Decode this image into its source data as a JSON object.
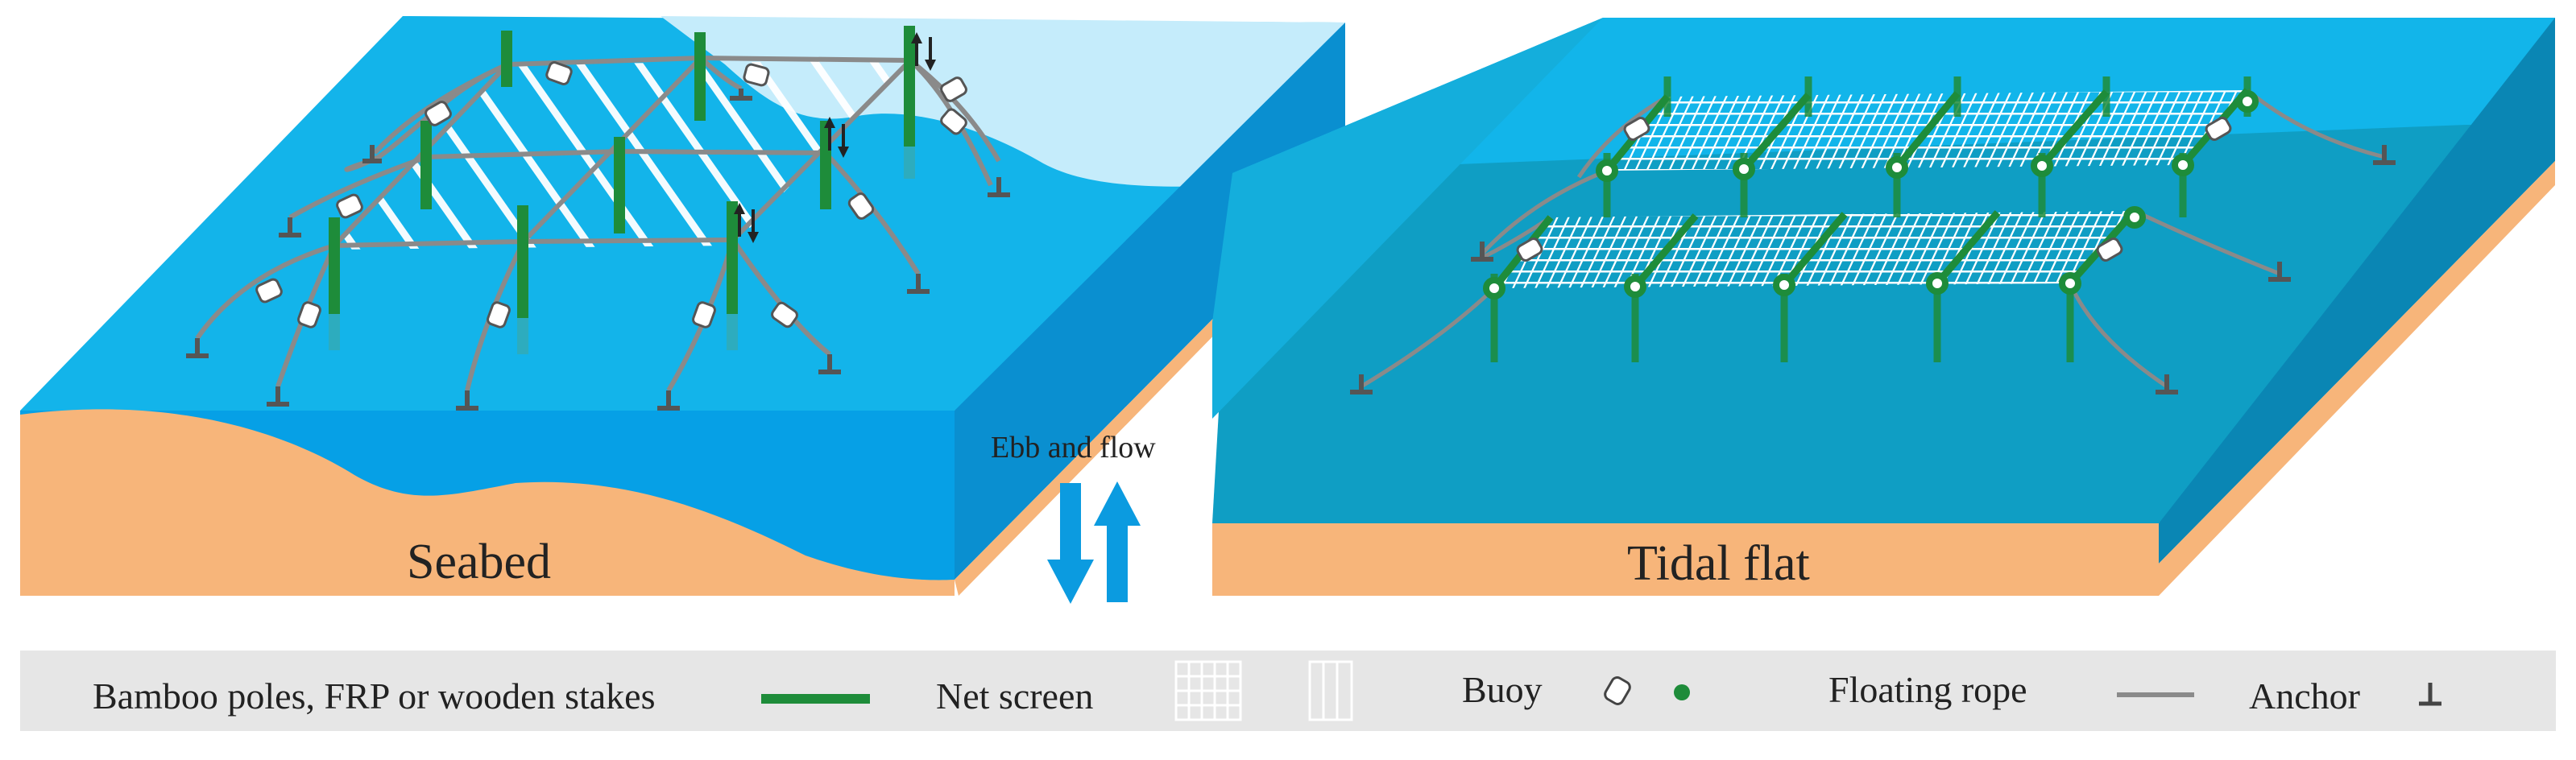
{
  "panels": {
    "left": {
      "label": "Seabed"
    },
    "right": {
      "label": "Tidal flat"
    }
  },
  "tide": {
    "label": "Ebb and flow"
  },
  "legend": {
    "stakes": "Bamboo poles, FRP or wooden stakes",
    "net": "Net screen",
    "buoy": "Buoy",
    "rope": "Floating rope",
    "anchor": "Anchor"
  },
  "colors": {
    "water_top": "#12b5ea",
    "water_side": "#0a9fe0",
    "deep_top": "#0f9ec4",
    "sand": "#f7b57a",
    "stake": "#1e8c3a",
    "rope": "#8a8a8a",
    "arrow": "#0b9be0",
    "legend_bg": "#e6e6e6"
  }
}
